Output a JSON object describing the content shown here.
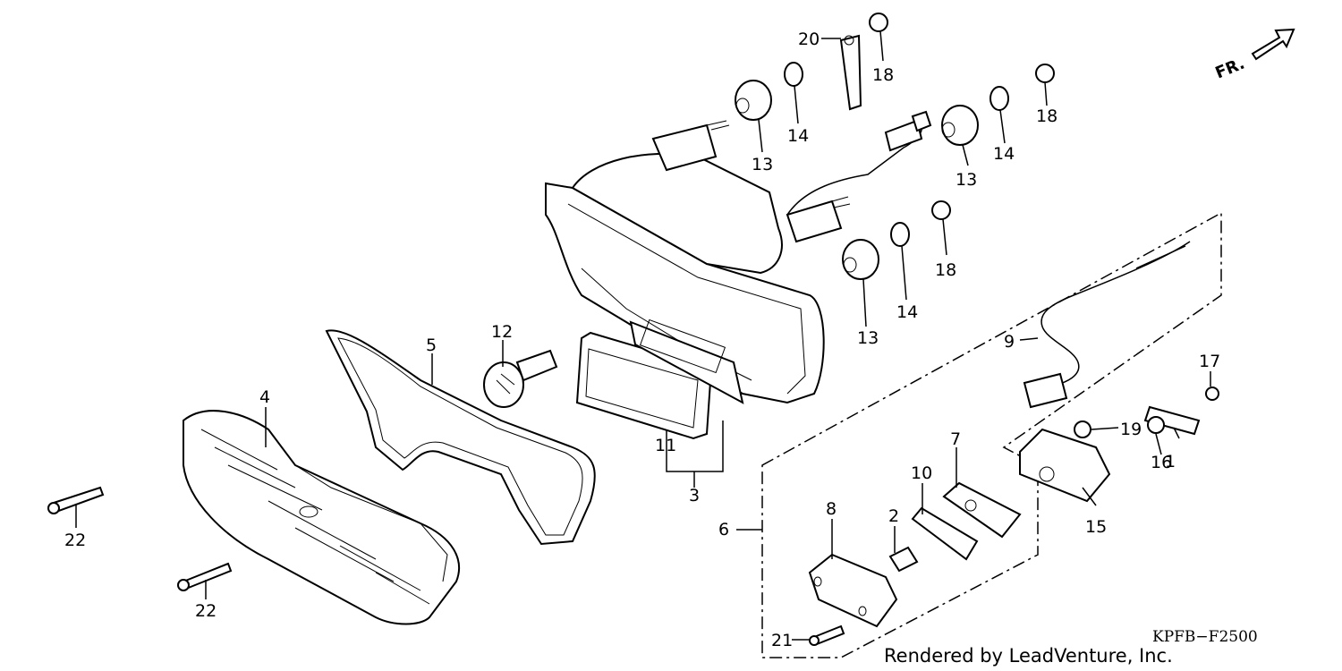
{
  "diagram": {
    "code": "KPFB−F2500",
    "credit": "Rendered by LeadVenture, Inc.",
    "direction_label": "FR.",
    "callouts": [
      "1",
      "2",
      "3",
      "4",
      "5",
      "6",
      "7",
      "8",
      "9",
      "10",
      "11",
      "12",
      "13",
      "13",
      "13",
      "14",
      "14",
      "14",
      "15",
      "16",
      "17",
      "18",
      "18",
      "18",
      "19",
      "20",
      "21",
      "22",
      "22"
    ]
  }
}
